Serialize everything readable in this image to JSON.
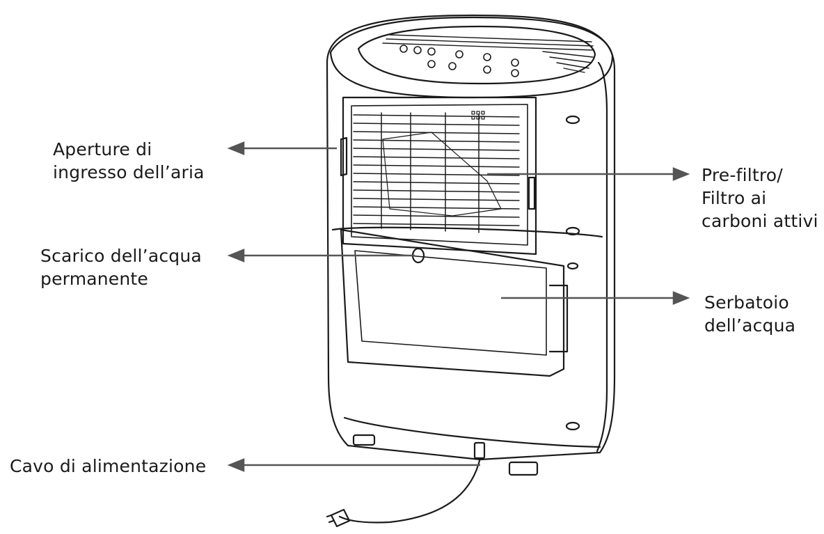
{
  "labels": {
    "air_inlet": [
      "Aperture di",
      "ingresso dell’aria"
    ],
    "drain": [
      "Scarico dell’acqua",
      "permanente"
    ],
    "power_cord": [
      "Cavo di alimentazione"
    ],
    "filter": [
      "Pre-filtro/",
      "Filtro ai",
      "carboni attivi"
    ],
    "water_tank": [
      "Serbatoio",
      "dell’acqua"
    ]
  },
  "colors": {
    "line": "#1a1a1a",
    "arrow": "#555555",
    "text": "#1a1a1a",
    "background": "#ffffff"
  }
}
